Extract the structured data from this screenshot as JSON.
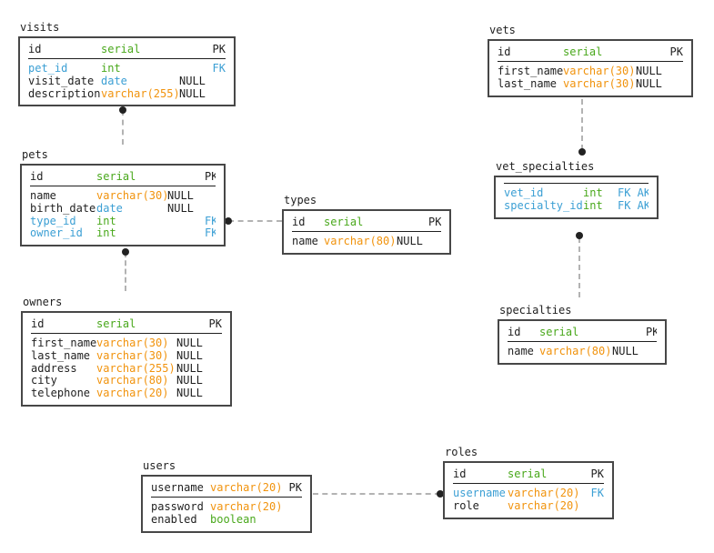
{
  "palette": {
    "green": "#49a81b",
    "orange": "#f1930d",
    "blue": "#3b9fd4",
    "text": "#1f1f1f",
    "border": "#474747",
    "dash": "#b3b3b3",
    "dot": "#222222",
    "background": "#ffffff"
  },
  "tables": {
    "visits": {
      "title": "visits",
      "header": {
        "name": "id",
        "type": "serial",
        "null": "",
        "key": "PK"
      },
      "rows": [
        {
          "name": "pet_id",
          "type": "int",
          "null": "",
          "key": "FK"
        },
        {
          "name": "visit_date",
          "type": "date",
          "null": "NULL",
          "key": ""
        },
        {
          "name": "description",
          "type": "varchar(255)",
          "null": "NULL",
          "key": ""
        }
      ]
    },
    "pets": {
      "title": "pets",
      "header": {
        "name": "id",
        "type": "serial",
        "null": "",
        "key": "PK"
      },
      "rows": [
        {
          "name": "name",
          "type": "varchar(30)",
          "null": "NULL",
          "key": ""
        },
        {
          "name": "birth_date",
          "type": "date",
          "null": "NULL",
          "key": ""
        },
        {
          "name": "type_id",
          "type": "int",
          "null": "",
          "key": "FK"
        },
        {
          "name": "owner_id",
          "type": "int",
          "null": "",
          "key": "FK"
        }
      ]
    },
    "owners": {
      "title": "owners",
      "header": {
        "name": "id",
        "type": "serial",
        "null": "",
        "key": "PK"
      },
      "rows": [
        {
          "name": "first_name",
          "type": "varchar(30)",
          "null": "NULL",
          "key": ""
        },
        {
          "name": "last_name",
          "type": "varchar(30)",
          "null": "NULL",
          "key": ""
        },
        {
          "name": "address",
          "type": "varchar(255)",
          "null": "NULL",
          "key": ""
        },
        {
          "name": "city",
          "type": "varchar(80)",
          "null": "NULL",
          "key": ""
        },
        {
          "name": "telephone",
          "type": "varchar(20)",
          "null": "NULL",
          "key": ""
        }
      ]
    },
    "types": {
      "title": "types",
      "header": {
        "name": "id",
        "type": "serial",
        "null": "",
        "key": "PK"
      },
      "rows": [
        {
          "name": "name",
          "type": "varchar(80)",
          "null": "NULL",
          "key": ""
        }
      ]
    },
    "vets": {
      "title": "vets",
      "header": {
        "name": "id",
        "type": "serial",
        "null": "",
        "key": "PK"
      },
      "rows": [
        {
          "name": "first_name",
          "type": "varchar(30)",
          "null": "NULL",
          "key": ""
        },
        {
          "name": "last_name",
          "type": "varchar(30)",
          "null": "NULL",
          "key": ""
        }
      ]
    },
    "vet_specialties": {
      "title": "vet_specialties",
      "header": {
        "name": "",
        "type": "",
        "key": ""
      },
      "rows": [
        {
          "name": "vet_id",
          "type": "int",
          "key": "FK AK"
        },
        {
          "name": "specialty_id",
          "type": "int",
          "key": "FK AK"
        }
      ]
    },
    "specialties": {
      "title": "specialties",
      "header": {
        "name": "id",
        "type": "serial",
        "null": "",
        "key": "PK"
      },
      "rows": [
        {
          "name": "name",
          "type": "varchar(80)",
          "null": "NULL",
          "key": ""
        }
      ]
    },
    "users": {
      "title": "users",
      "header": {
        "name": "username",
        "type": "varchar(20)",
        "key": "PK"
      },
      "rows": [
        {
          "name": "password",
          "type": "varchar(20)",
          "key": ""
        },
        {
          "name": "enabled",
          "type": "boolean",
          "key": ""
        }
      ]
    },
    "roles": {
      "title": "roles",
      "header": {
        "name": "id",
        "type": "serial",
        "key": "PK"
      },
      "rows": [
        {
          "name": "username",
          "type": "varchar(20)",
          "key": "FK"
        },
        {
          "name": "role",
          "type": "varchar(20)",
          "key": ""
        }
      ]
    }
  },
  "relationships": [
    {
      "from": "visits.pet_id",
      "to": "pets.id"
    },
    {
      "from": "pets.type_id",
      "to": "types.id"
    },
    {
      "from": "pets.owner_id",
      "to": "owners.id"
    },
    {
      "from": "vet_specialties.vet_id",
      "to": "vets.id"
    },
    {
      "from": "vet_specialties.specialty_id",
      "to": "specialties.id"
    },
    {
      "from": "roles.username",
      "to": "users.username"
    }
  ]
}
